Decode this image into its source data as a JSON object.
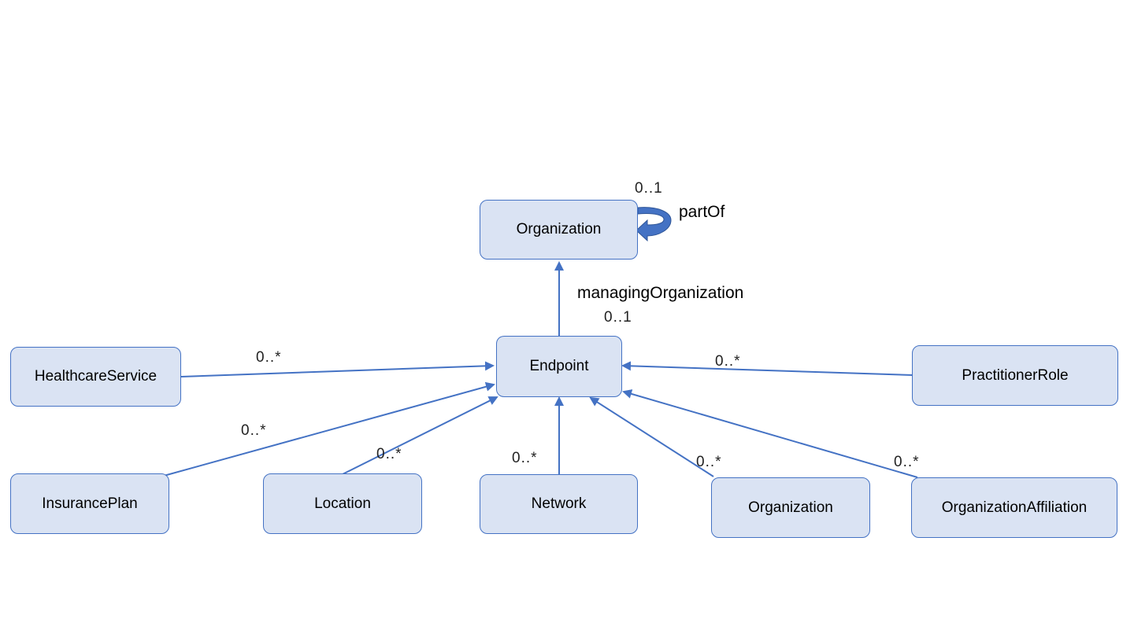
{
  "colors": {
    "box_fill": "#dae3f3",
    "box_border": "#4472c4",
    "edge": "#4472c4"
  },
  "nodes": {
    "organization_top": "Organization",
    "endpoint": "Endpoint",
    "healthcare_service": "HealthcareService",
    "practitioner_role": "PractitionerRole",
    "insurance_plan": "InsurancePlan",
    "location": "Location",
    "network": "Network",
    "organization_bottom": "Organization",
    "organization_affiliation": "OrganizationAffiliation"
  },
  "relations": {
    "part_of": {
      "label": "partOf",
      "multiplicity": "0..1"
    },
    "managing_organization": {
      "label": "managingOrganization",
      "multiplicity": "0..1"
    },
    "healthcare_service": {
      "multiplicity": "0..*"
    },
    "practitioner_role": {
      "multiplicity": "0..*"
    },
    "insurance_plan": {
      "multiplicity": "0..*"
    },
    "location": {
      "multiplicity": "0..*"
    },
    "network": {
      "multiplicity": "0..*"
    },
    "organization_bottom": {
      "multiplicity": "0..*"
    },
    "organization_affiliation": {
      "multiplicity": "0..*"
    }
  }
}
